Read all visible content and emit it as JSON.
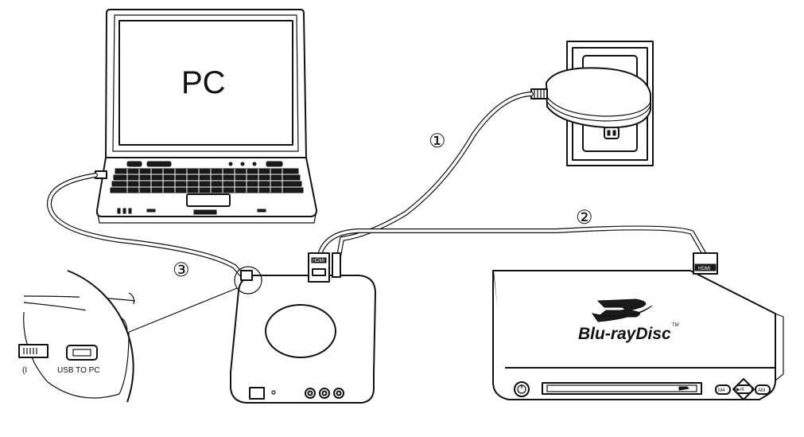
{
  "pc": {
    "label": "PC"
  },
  "callouts": {
    "one": "①",
    "two": "②",
    "three": "③"
  },
  "bluray": {
    "brand_text": "Blu-rayDisc",
    "tm": "TM",
    "hdmi_port": "HDMI",
    "btn_left": "M4",
    "btn_center": "▶/II",
    "btn_right": "AM"
  },
  "device": {
    "hdmi_plug": "HDMI"
  },
  "zoom_inset": {
    "usb_label": "USB TO PC",
    "left_label": "(I"
  }
}
